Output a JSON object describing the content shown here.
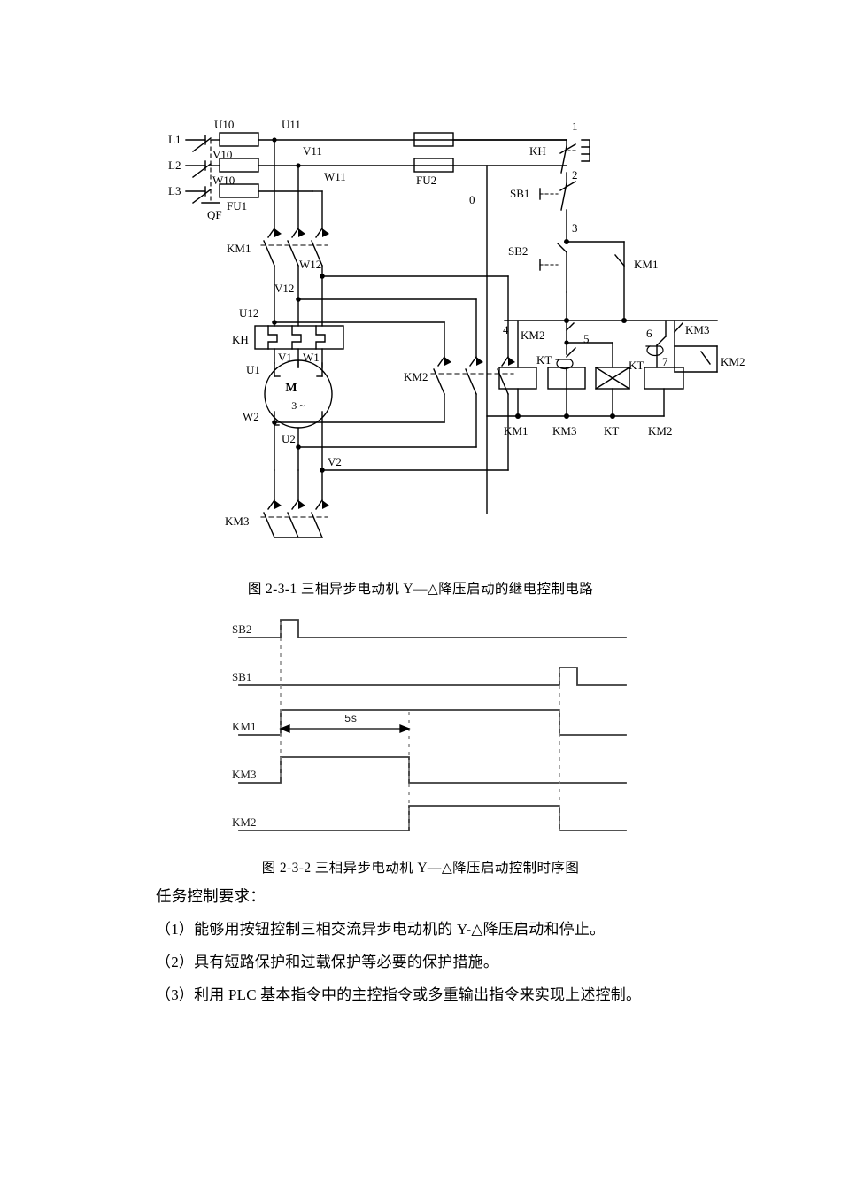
{
  "document": {
    "figure1": {
      "caption": "图 2-3-1  三相异步电动机 Y—△降压启动的继电控制电路",
      "power_lines": [
        "L1",
        "L2",
        "L3"
      ],
      "labels": {
        "qf": "QF",
        "fu1": "FU1",
        "fu2": "FU2",
        "kh": "KH",
        "km1": "KM1",
        "km2": "KM2",
        "km3": "KM3",
        "kt": "KT",
        "sb1": "SB1",
        "sb2": "SB2",
        "motor_m": "M",
        "motor_phase": "3 ~"
      },
      "wire_tags": {
        "u10": "U10",
        "v10": "V10",
        "w10": "W10",
        "u11": "U11",
        "v11": "V11",
        "w11": "W11",
        "u12": "U12",
        "v12": "V12",
        "w12": "W12",
        "u1": "U1",
        "v1": "V1",
        "w1": "W1",
        "u2": "U2",
        "v2": "V2",
        "w2": "W2"
      },
      "nodes": [
        "0",
        "1",
        "2",
        "3",
        "4",
        "5",
        "6",
        "7"
      ],
      "coil_labels": [
        "KM1",
        "KM3",
        "KT",
        "KM2"
      ],
      "contact_labels": {
        "kh_nc": "KH",
        "sb1_nc": "SB1",
        "sb2_no": "SB2",
        "km1_hold": "KM1",
        "km2_nc": "KM2",
        "km3_nc": "KM3",
        "km2_no": "KM2",
        "kt_nc": "KT",
        "kt_no": "KT"
      }
    },
    "figure2": {
      "caption": "图 2-3-2  三相异步电动机 Y—△降压启动控制时序图",
      "timing_annotation": "5s",
      "signals": [
        "SB2",
        "SB1",
        "KM1",
        "KM3",
        "KM2"
      ]
    },
    "requirements": {
      "title": "任务控制要求：",
      "items": [
        "（1）能够用按钮控制三相交流异步电动机的 Y-△降压启动和停止。",
        "（2）具有短路保护和过载保护等必要的保护措施。",
        "（3）利用 PLC 基本指令中的主控指令或多重输出指令来实现上述控制。"
      ]
    }
  },
  "chart_data": {
    "type": "line",
    "title": "三相异步电动机 Y—△降压启动控制时序图",
    "xlabel": "",
    "ylabel": "",
    "annotations": [
      {
        "text": "5s",
        "from_x": 55,
        "to_x": 200
      }
    ],
    "series": [
      {
        "name": "SB2",
        "points": [
          [
            0,
            0
          ],
          [
            55,
            0
          ],
          [
            55,
            1
          ],
          [
            75,
            1
          ],
          [
            75,
            0
          ],
          [
            445,
            0
          ]
        ]
      },
      {
        "name": "SB1",
        "points": [
          [
            0,
            0
          ],
          [
            370,
            0
          ],
          [
            370,
            1
          ],
          [
            390,
            1
          ],
          [
            390,
            0
          ],
          [
            445,
            0
          ]
        ]
      },
      {
        "name": "KM1",
        "points": [
          [
            0,
            0
          ],
          [
            55,
            0
          ],
          [
            55,
            1
          ],
          [
            370,
            1
          ],
          [
            370,
            0
          ],
          [
            445,
            0
          ]
        ]
      },
      {
        "name": "KM3",
        "points": [
          [
            0,
            0
          ],
          [
            55,
            0
          ],
          [
            55,
            1
          ],
          [
            200,
            1
          ],
          [
            200,
            0
          ],
          [
            445,
            0
          ]
        ]
      },
      {
        "name": "KM2",
        "points": [
          [
            0,
            0
          ],
          [
            200,
            0
          ],
          [
            200,
            1
          ],
          [
            370,
            1
          ],
          [
            370,
            0
          ],
          [
            445,
            0
          ]
        ]
      }
    ]
  }
}
